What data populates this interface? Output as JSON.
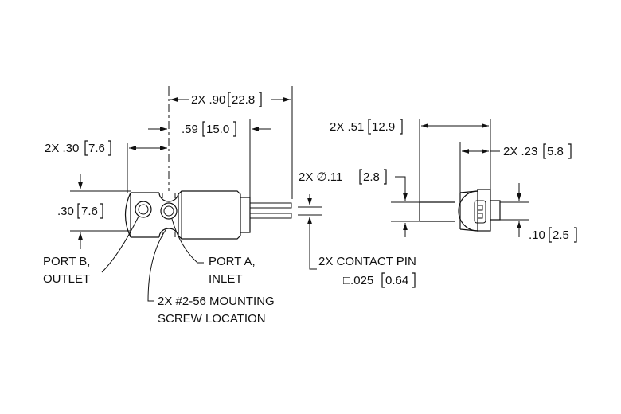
{
  "dimensions": {
    "overall_length": "2X .90",
    "overall_length_mm": "22.8",
    "body_length": ".59",
    "body_length_mm": "15.0",
    "front_offset": "2X .30",
    "front_offset_mm": "7.6",
    "height": ".30",
    "height_mm": "7.6",
    "side_width": "2X .51",
    "side_width_mm": "12.9",
    "side_pin_len": "2X .23",
    "side_pin_len_mm": "5.8",
    "hole_dia": "2X ∅.11",
    "hole_dia_mm": "2.8",
    "pin_spacing": ".10",
    "pin_spacing_mm": "2.5"
  },
  "callouts": {
    "port_b_line1": "PORT B,",
    "port_b_line2": "OUTLET",
    "port_a_line1": "PORT A,",
    "port_a_line2": "INLET",
    "mounting_line1": "2X #2-56 MOUNTING",
    "mounting_line2": "SCREW LOCATION",
    "contact_pin_line1": "2X CONTACT PIN",
    "contact_pin_line2": "□.025",
    "contact_pin_mm": "0.64"
  }
}
